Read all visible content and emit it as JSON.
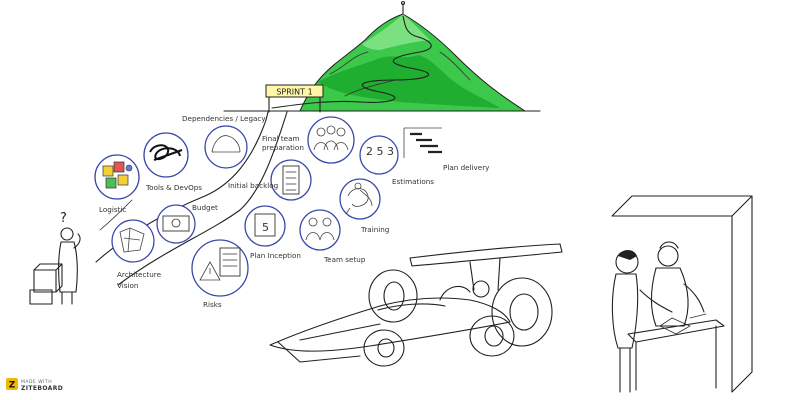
{
  "mountain": {
    "flag_label": "SPRINT 1",
    "colors": {
      "dark": "#1fae2f",
      "mid": "#3cc84a",
      "light": "#7be07f"
    }
  },
  "steps": [
    {
      "id": "logistic",
      "label": "Logistic"
    },
    {
      "id": "tools",
      "label": "Tools & DevOps"
    },
    {
      "id": "dependencies",
      "label": "Dependencies / Legacy"
    },
    {
      "id": "final-team",
      "label_lines": [
        "Final team",
        "preparation"
      ]
    },
    {
      "id": "estimations",
      "label": "Estimations"
    },
    {
      "id": "plan-delivery",
      "label": "Plan delivery"
    },
    {
      "id": "budget",
      "label": "Budget"
    },
    {
      "id": "initial-backlog",
      "label": "Initial backlog"
    },
    {
      "id": "training",
      "label": "Training"
    },
    {
      "id": "architecture",
      "label_lines": [
        "Architecture",
        "Vision"
      ]
    },
    {
      "id": "plan-inception",
      "label": "Plan Inception"
    },
    {
      "id": "team-setup",
      "label": "Team setup"
    },
    {
      "id": "risks",
      "label": "Risks"
    }
  ],
  "person": {
    "question_mark": "?"
  },
  "branding": {
    "top_line": "MADE WITH",
    "brand": "ZITEBOARD",
    "logo_letter": "Z"
  },
  "colors": {
    "circle_stroke": "#3949ab",
    "ink": "#222222"
  }
}
